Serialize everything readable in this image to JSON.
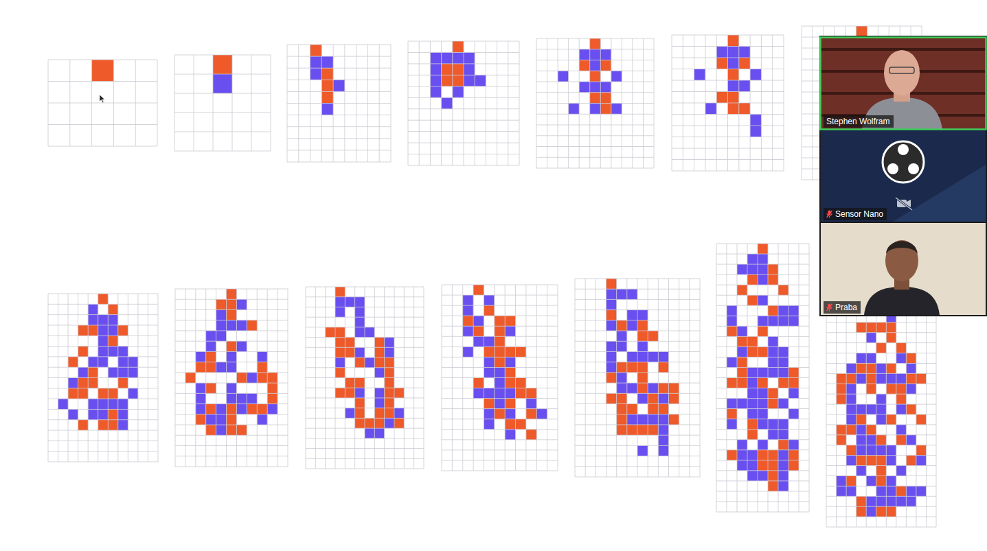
{
  "diagram": {
    "nodes": [
      {
        "text": [
          "Stephen Wolfram"
        ]
      },
      {
        "text": [
          "Sensor Nano"
        ]
      },
      {
        "text": [
          "Praba"
        ]
      }
    ]
  }
}
